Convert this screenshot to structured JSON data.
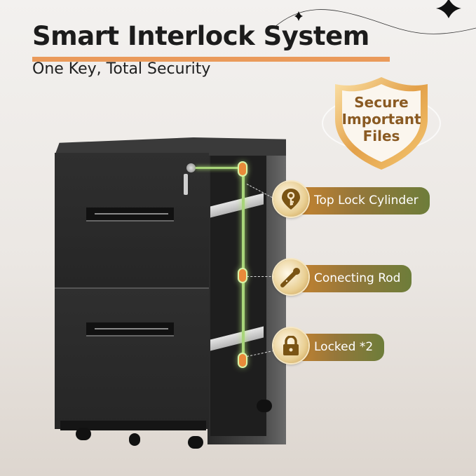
{
  "header": {
    "title": "Smart Interlock System",
    "subtitle": "One Key, Total Security"
  },
  "badge": {
    "lines": [
      "Secure",
      "Important",
      "Files"
    ],
    "icon": "shield-icon"
  },
  "callouts": [
    {
      "label": "Top Lock Cylinder",
      "icon": "key-pin-icon"
    },
    {
      "label": "Conecting Rod",
      "icon": "rod-icon"
    },
    {
      "label": "Locked *2",
      "icon": "padlock-icon"
    }
  ],
  "colors": {
    "title": "#1c1c1c",
    "underline": "#e9904a",
    "pill_start": "#c7832f",
    "pill_end": "#6d7d3a",
    "rod_glow": "#a8d57a",
    "pin": "#e98a3a",
    "shield_text": "#8a5a22"
  }
}
